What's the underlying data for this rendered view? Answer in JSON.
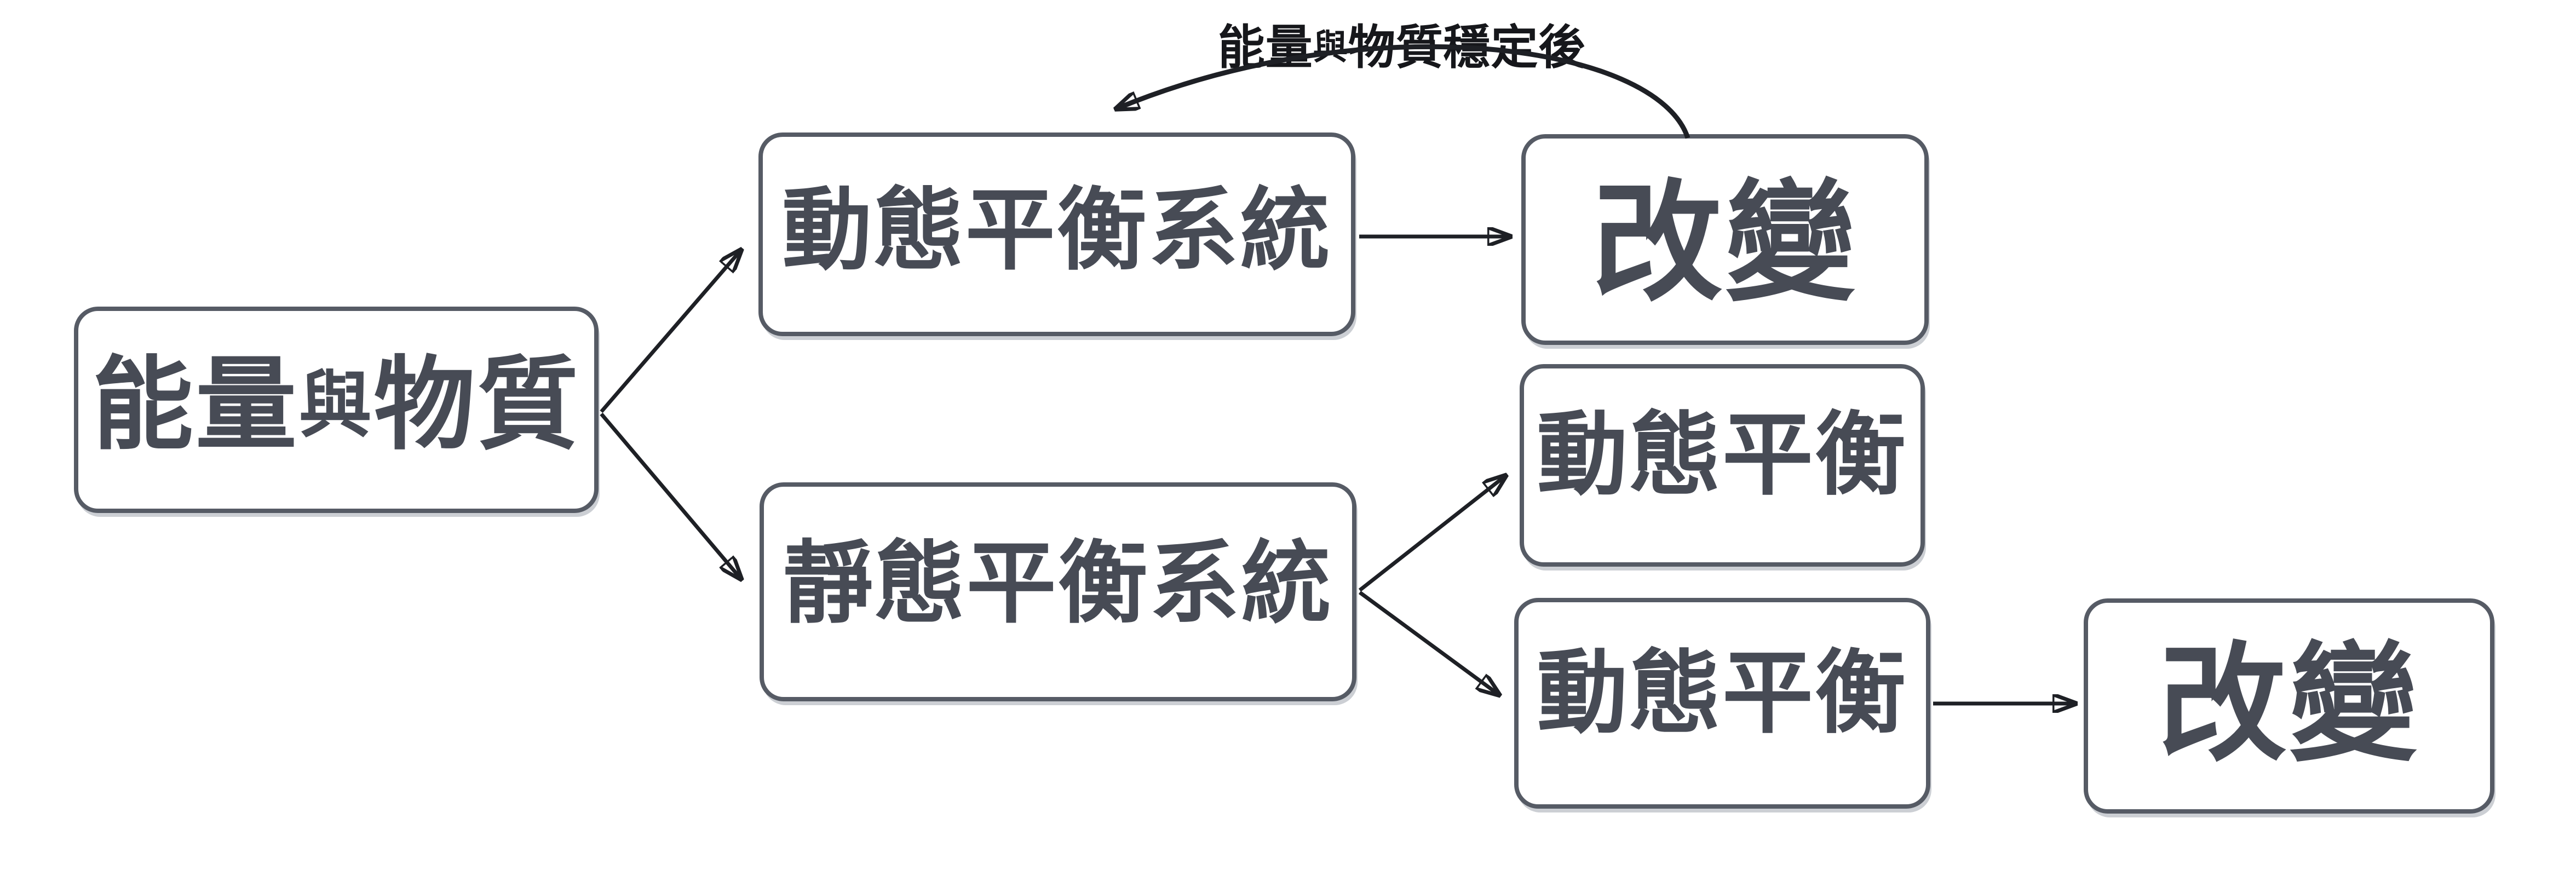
{
  "diagram": {
    "title_none": "",
    "nodes": {
      "energy_matter": {
        "parts": [
          {
            "text": "能量"
          },
          {
            "text": "與"
          },
          {
            "text": "物質"
          }
        ]
      },
      "dynamic_system": {
        "text": "動態平衡系統"
      },
      "change_top": {
        "text": "改變"
      },
      "static_system": {
        "text": "靜態平衡系統"
      },
      "dynamic_upper": {
        "text": "動態平衡"
      },
      "dynamic_lower": {
        "text": "動態平衡"
      },
      "change_right": {
        "text": "改變"
      }
    },
    "loop_label": {
      "parts": [
        {
          "text": "能量"
        },
        {
          "text": "與"
        },
        {
          "text": "物質穩定後"
        }
      ]
    },
    "connectors": [
      {
        "from": "energy_matter",
        "to": "dynamic_system",
        "shape": "straight"
      },
      {
        "from": "energy_matter",
        "to": "static_system",
        "shape": "straight"
      },
      {
        "from": "dynamic_system",
        "to": "change_top",
        "shape": "straight"
      },
      {
        "from": "change_top",
        "to": "dynamic_system",
        "shape": "curved",
        "label": "能量與物質穩定後"
      },
      {
        "from": "static_system",
        "to": "dynamic_upper",
        "shape": "straight"
      },
      {
        "from": "static_system",
        "to": "dynamic_lower",
        "shape": "straight"
      },
      {
        "from": "dynamic_lower",
        "to": "change_right",
        "shape": "straight"
      }
    ]
  },
  "colors": {
    "bg": "#ffffff",
    "box_border": "#565b65",
    "box_text": "#474b55",
    "label_text": "#16171b",
    "arrow": "#1e2025",
    "ghost": "#9aa0aa"
  }
}
